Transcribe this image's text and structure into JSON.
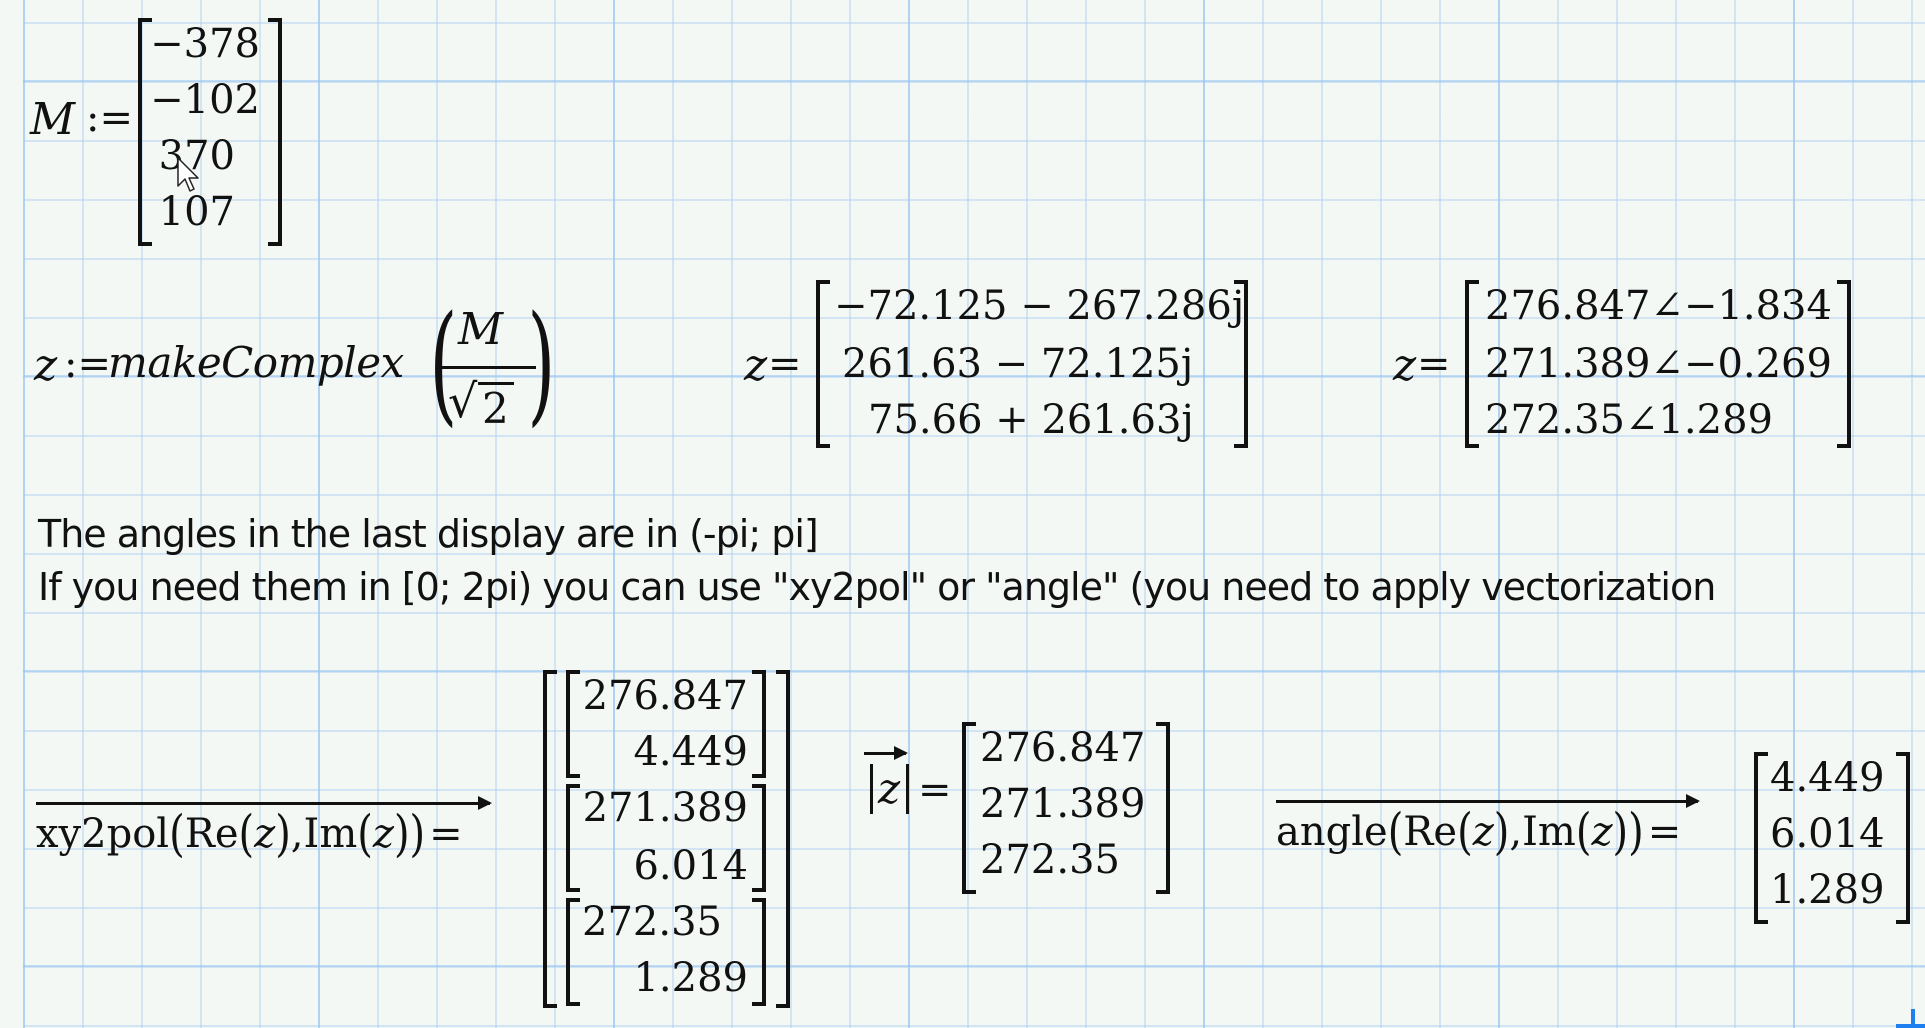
{
  "worksheet": {
    "colors": {
      "background": "#f4f8f5",
      "grid_line": "#cfe3f5",
      "text": "#111111",
      "insertion_mark": "#1e7ff0"
    }
  },
  "def_M": {
    "lhs": "M",
    "assign_op": ":=",
    "values": [
      "−378",
      "−102",
      "370",
      "107"
    ]
  },
  "def_z": {
    "lhs": "z",
    "assign_op": ":=",
    "function": "makeComplex",
    "numerator": "M",
    "denominator_radicand": "2",
    "sqrt_symbol": "√"
  },
  "eval_z_rect": {
    "lhs": "z",
    "eq": "=",
    "values": [
      "−72.125 − 267.286j",
      "261.63 − 72.125j",
      "75.66 + 261.63j"
    ]
  },
  "eval_z_polar": {
    "lhs": "z",
    "eq": "=",
    "values": [
      "276.847∠−1.834",
      "271.389∠−0.269",
      "272.35∠1.289"
    ]
  },
  "note": {
    "line1": "The angles in the last display are in (-pi; pi]",
    "line2": "If you need them in [0; 2pi) you can use \"xy2pol\" or \"angle\" (you need to apply vectorization"
  },
  "eval_xy2pol": {
    "expression": "xy2pol(Re(z), Im(z))",
    "fn": "xy2pol",
    "re": "Re",
    "im": "Im",
    "arg": "z",
    "comma": ",",
    "eq": "=",
    "blocks": [
      {
        "magnitude": "276.847",
        "angle": "4.449"
      },
      {
        "magnitude": "271.389",
        "angle": "6.014"
      },
      {
        "magnitude": "272.35",
        "angle": "1.289"
      }
    ]
  },
  "eval_abs": {
    "arg": "z",
    "eq": "=",
    "values": [
      "276.847",
      "271.389",
      "272.35"
    ]
  },
  "eval_angle": {
    "expression": "angle(Re(z), Im(z))",
    "fn": "angle",
    "re": "Re",
    "im": "Im",
    "arg": "z",
    "comma": ",",
    "eq": "=",
    "values": [
      "4.449",
      "6.014",
      "1.289"
    ]
  }
}
